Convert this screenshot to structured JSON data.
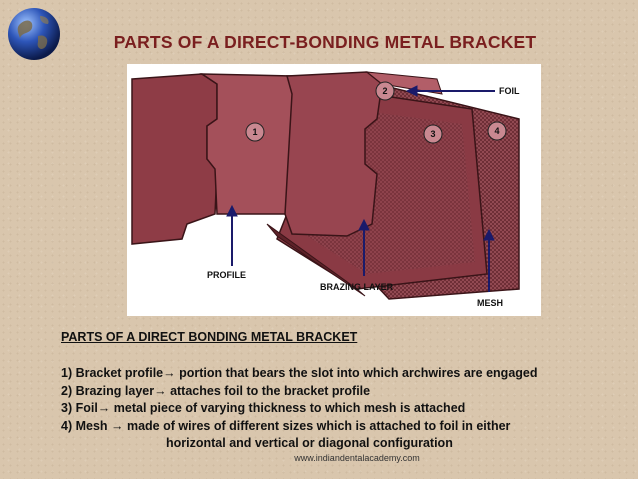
{
  "title": "PARTS OF A DIRECT-BONDING METAL BRACKET",
  "figure": {
    "callouts": [
      "1",
      "2",
      "3",
      "4"
    ],
    "labels": {
      "foil": "FOIL",
      "profile": "PROFILE",
      "brazing": "BRAZING LAYER",
      "mesh": "MESH"
    }
  },
  "subtitle": "PARTS OF A DIRECT BONDING METAL BRACKET",
  "items": [
    "1)  Bracket profile→ portion that bears the slot into which archwires are engaged",
    "2)  Brazing layer→ attaches foil to the bracket profile",
    "3)  Foil→ metal piece of varying thickness to which mesh is attached",
    "4)  Mesh → made of wires of different sizes which is attached to foil in either",
    "horizontal and vertical or diagonal configuration"
  ],
  "footer": "www.indiandentalacademy.com",
  "colors": {
    "title": "#7a1f1f",
    "metal": "#8e3c46",
    "background": "#d9c6ad"
  }
}
